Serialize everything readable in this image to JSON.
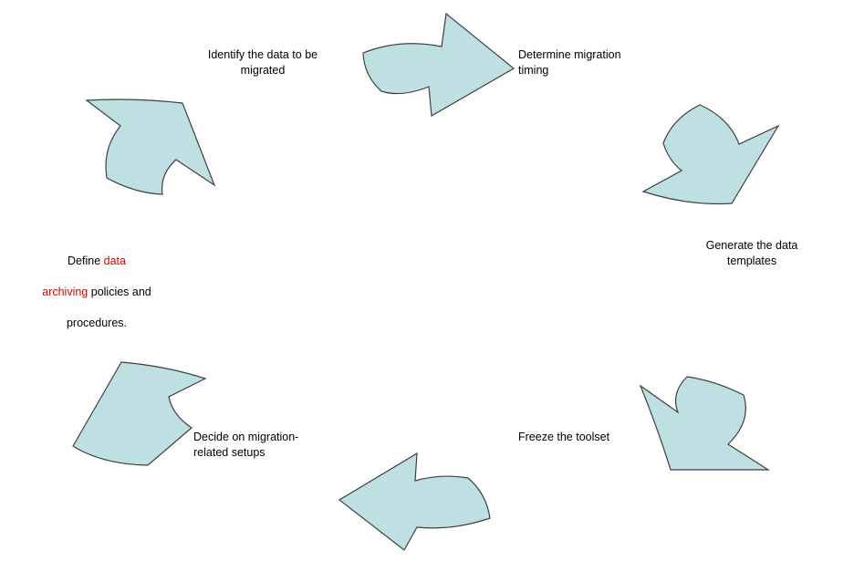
{
  "diagram": {
    "type": "cycle",
    "direction": "clockwise",
    "arrow_fill": "#bfe0e3",
    "arrow_stroke": "#3f3f3f",
    "text_color": "#000000",
    "highlight_color": "#dd0000",
    "steps": [
      {
        "id": "identify",
        "label": "Identify the data to be\nmigrated"
      },
      {
        "id": "determine",
        "label": "Determine migration\ntiming"
      },
      {
        "id": "generate",
        "label": "Generate the data\ntemplates"
      },
      {
        "id": "freeze",
        "label": "Freeze the toolset"
      },
      {
        "id": "decide",
        "label": "Decide on migration-\nrelated setups"
      },
      {
        "id": "define",
        "parts": {
          "p1": "Define ",
          "p2": "data",
          "p3": "archiving",
          "p4": " policies and",
          "p5": "procedures."
        },
        "highlighted_words": "data archiving"
      }
    ]
  }
}
